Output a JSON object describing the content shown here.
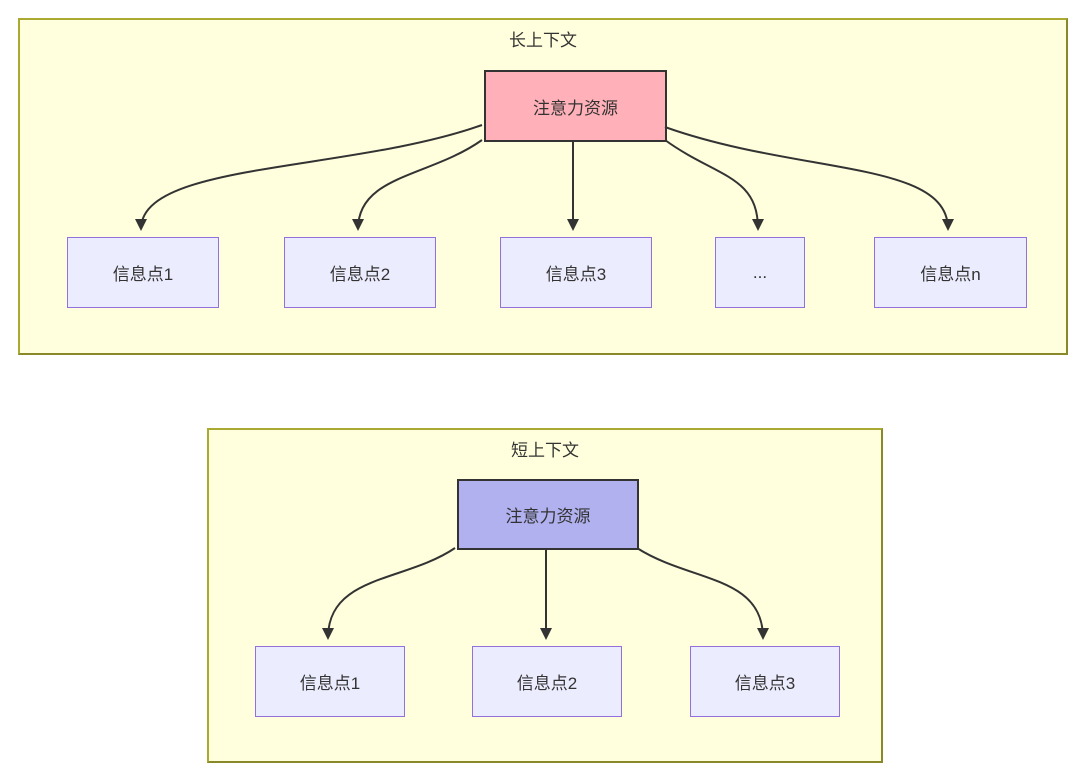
{
  "diagram": {
    "long_context": {
      "title": "长上下文",
      "root_label": "注意力资源",
      "nodes": [
        {
          "label": "信息点1"
        },
        {
          "label": "信息点2"
        },
        {
          "label": "信息点3"
        },
        {
          "label": "..."
        },
        {
          "label": "信息点n"
        }
      ]
    },
    "short_context": {
      "title": "短上下文",
      "root_label": "注意力资源",
      "nodes": [
        {
          "label": "信息点1"
        },
        {
          "label": "信息点2"
        },
        {
          "label": "信息点3"
        }
      ]
    },
    "colors": {
      "container_fill": "#ffffde",
      "container_border": "#aaaa33",
      "info_node_fill": "#ececff",
      "info_node_border": "#9370db",
      "long_root_fill": "#ffb0b8",
      "short_root_fill": "#b1b1f0",
      "root_border": "#333333",
      "edge": "#333333",
      "text": "#333333"
    }
  }
}
